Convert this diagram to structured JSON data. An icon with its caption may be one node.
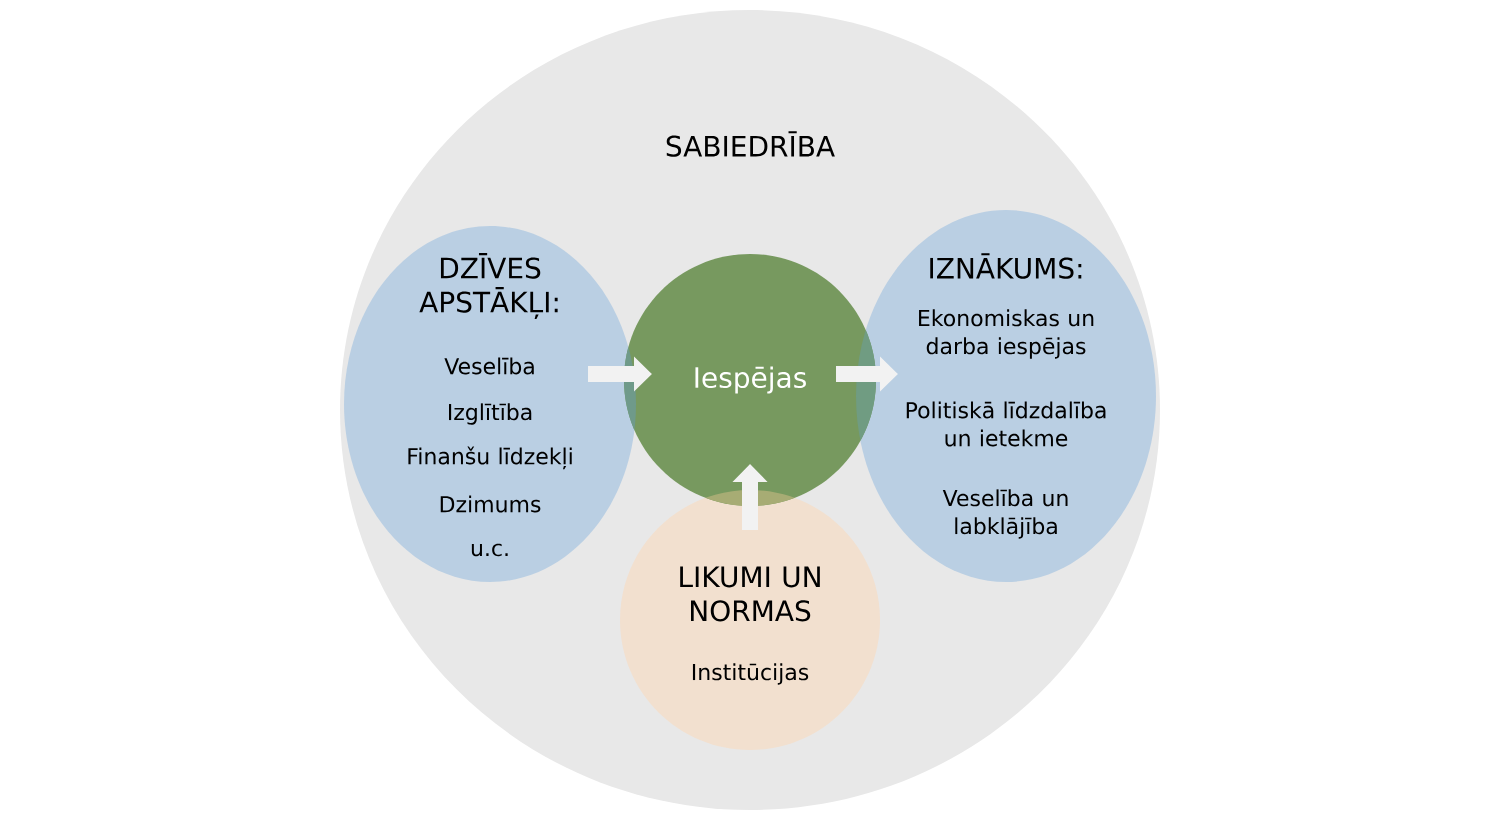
{
  "diagram": {
    "nodes": [
      {
        "text": [
          "SABIEDRĪBA"
        ]
      },
      {
        "text": [
          "DZĪVES APSTĀKĻI:",
          "Veselība",
          "Izglītība",
          "Finanšu līdzekļi",
          "Dzimums",
          "u.c."
        ],
        "in": 0
      },
      {
        "text": [
          "Iespējas"
        ],
        "in": 0
      },
      {
        "text": [
          "IZNĀKUMS:",
          "Ekonomiskas un darba iespējas",
          "Politiskā līdzdalība un ietekme",
          "Veselība un labklājība"
        ],
        "in": 0
      },
      {
        "text": [
          "LIKUMI UN NORMAS",
          "Institūcijas"
        ],
        "in": 0
      }
    ],
    "edges": [
      {
        "from": 1,
        "to": 2,
        "arrow": "to"
      },
      {
        "from": 2,
        "to": 3,
        "arrow": "to"
      },
      {
        "from": 4,
        "to": 2,
        "arrow": "to"
      }
    ]
  }
}
